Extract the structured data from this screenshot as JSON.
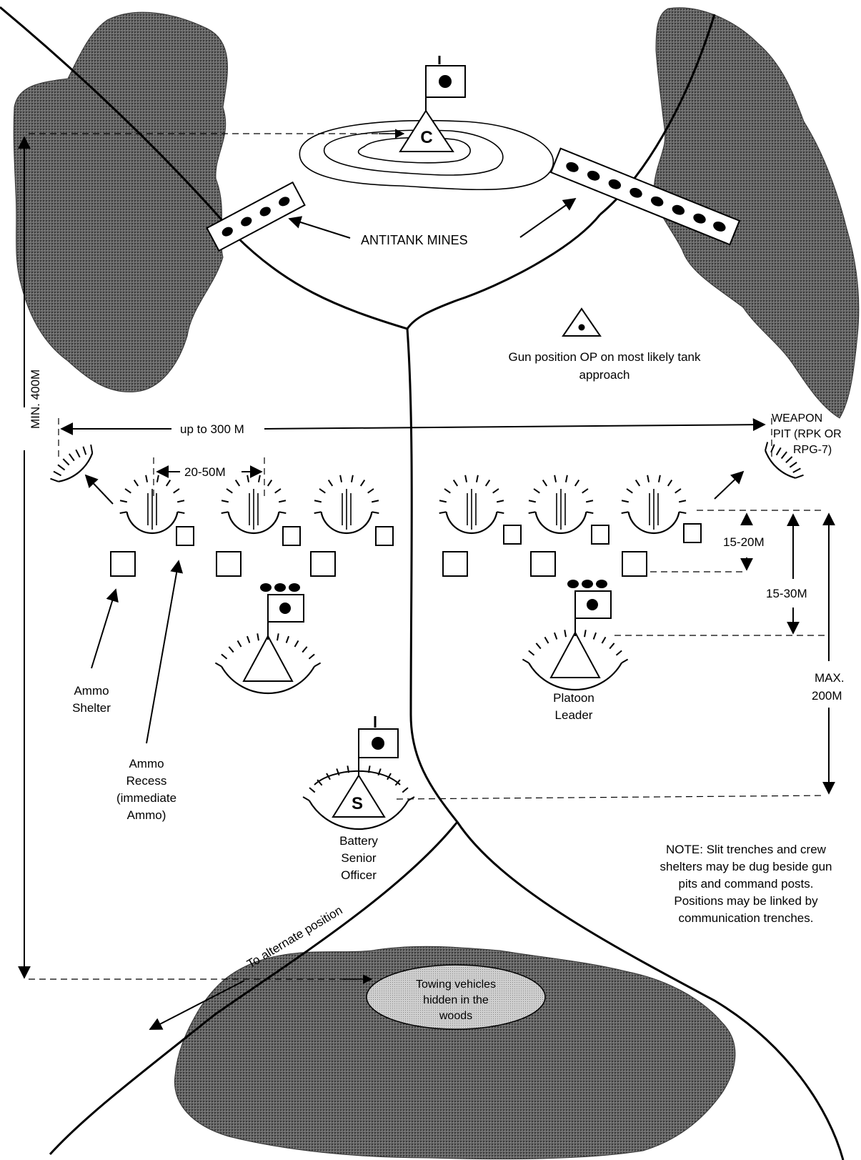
{
  "labels": {
    "command_post_letter": "C",
    "senior_officer_letter": "S",
    "antitank_mines": "ANTITANK MINES",
    "gun_op_line1": "Gun position OP on most likely tank",
    "gun_op_line2": "approach",
    "min_400": "MIN. 400M",
    "up_to_300": "up to 300 M",
    "spacing_20_50": "20-50M",
    "weapon_pit_line1": "WEAPON",
    "weapon_pit_line2": "PIT (RPK OR",
    "weapon_pit_line3": "RPG-7)",
    "dist_15_20": "15-20M",
    "dist_15_30": "15-30M",
    "max_200_line1": "MAX.",
    "max_200_line2": "200M",
    "ammo_shelter_line1": "Ammo",
    "ammo_shelter_line2": "Shelter",
    "ammo_recess_line1": "Ammo",
    "ammo_recess_line2": "Recess",
    "ammo_recess_line3": "(immediate",
    "ammo_recess_line4": "Ammo)",
    "platoon_leader_line1": "Platoon",
    "platoon_leader_line2": "Leader",
    "battery_officer_line1": "Battery",
    "battery_officer_line2": "Senior",
    "battery_officer_line3": "Officer",
    "note_line1": "NOTE:  Slit trenches and crew",
    "note_line2": "shelters may be dug beside gun",
    "note_line3": "pits and command posts.",
    "note_line4": "Positions may be linked by",
    "note_line5": "communication trenches.",
    "alternate_position": "To alternate position",
    "towing_line1": "Towing vehicles",
    "towing_line2": "hidden in the",
    "towing_line3": "woods"
  },
  "colors": {
    "ink": "#000000",
    "foliage": "#5a5a5a",
    "foliage_light": "#8a8a8a",
    "ellipse": "#cfcfcf"
  }
}
